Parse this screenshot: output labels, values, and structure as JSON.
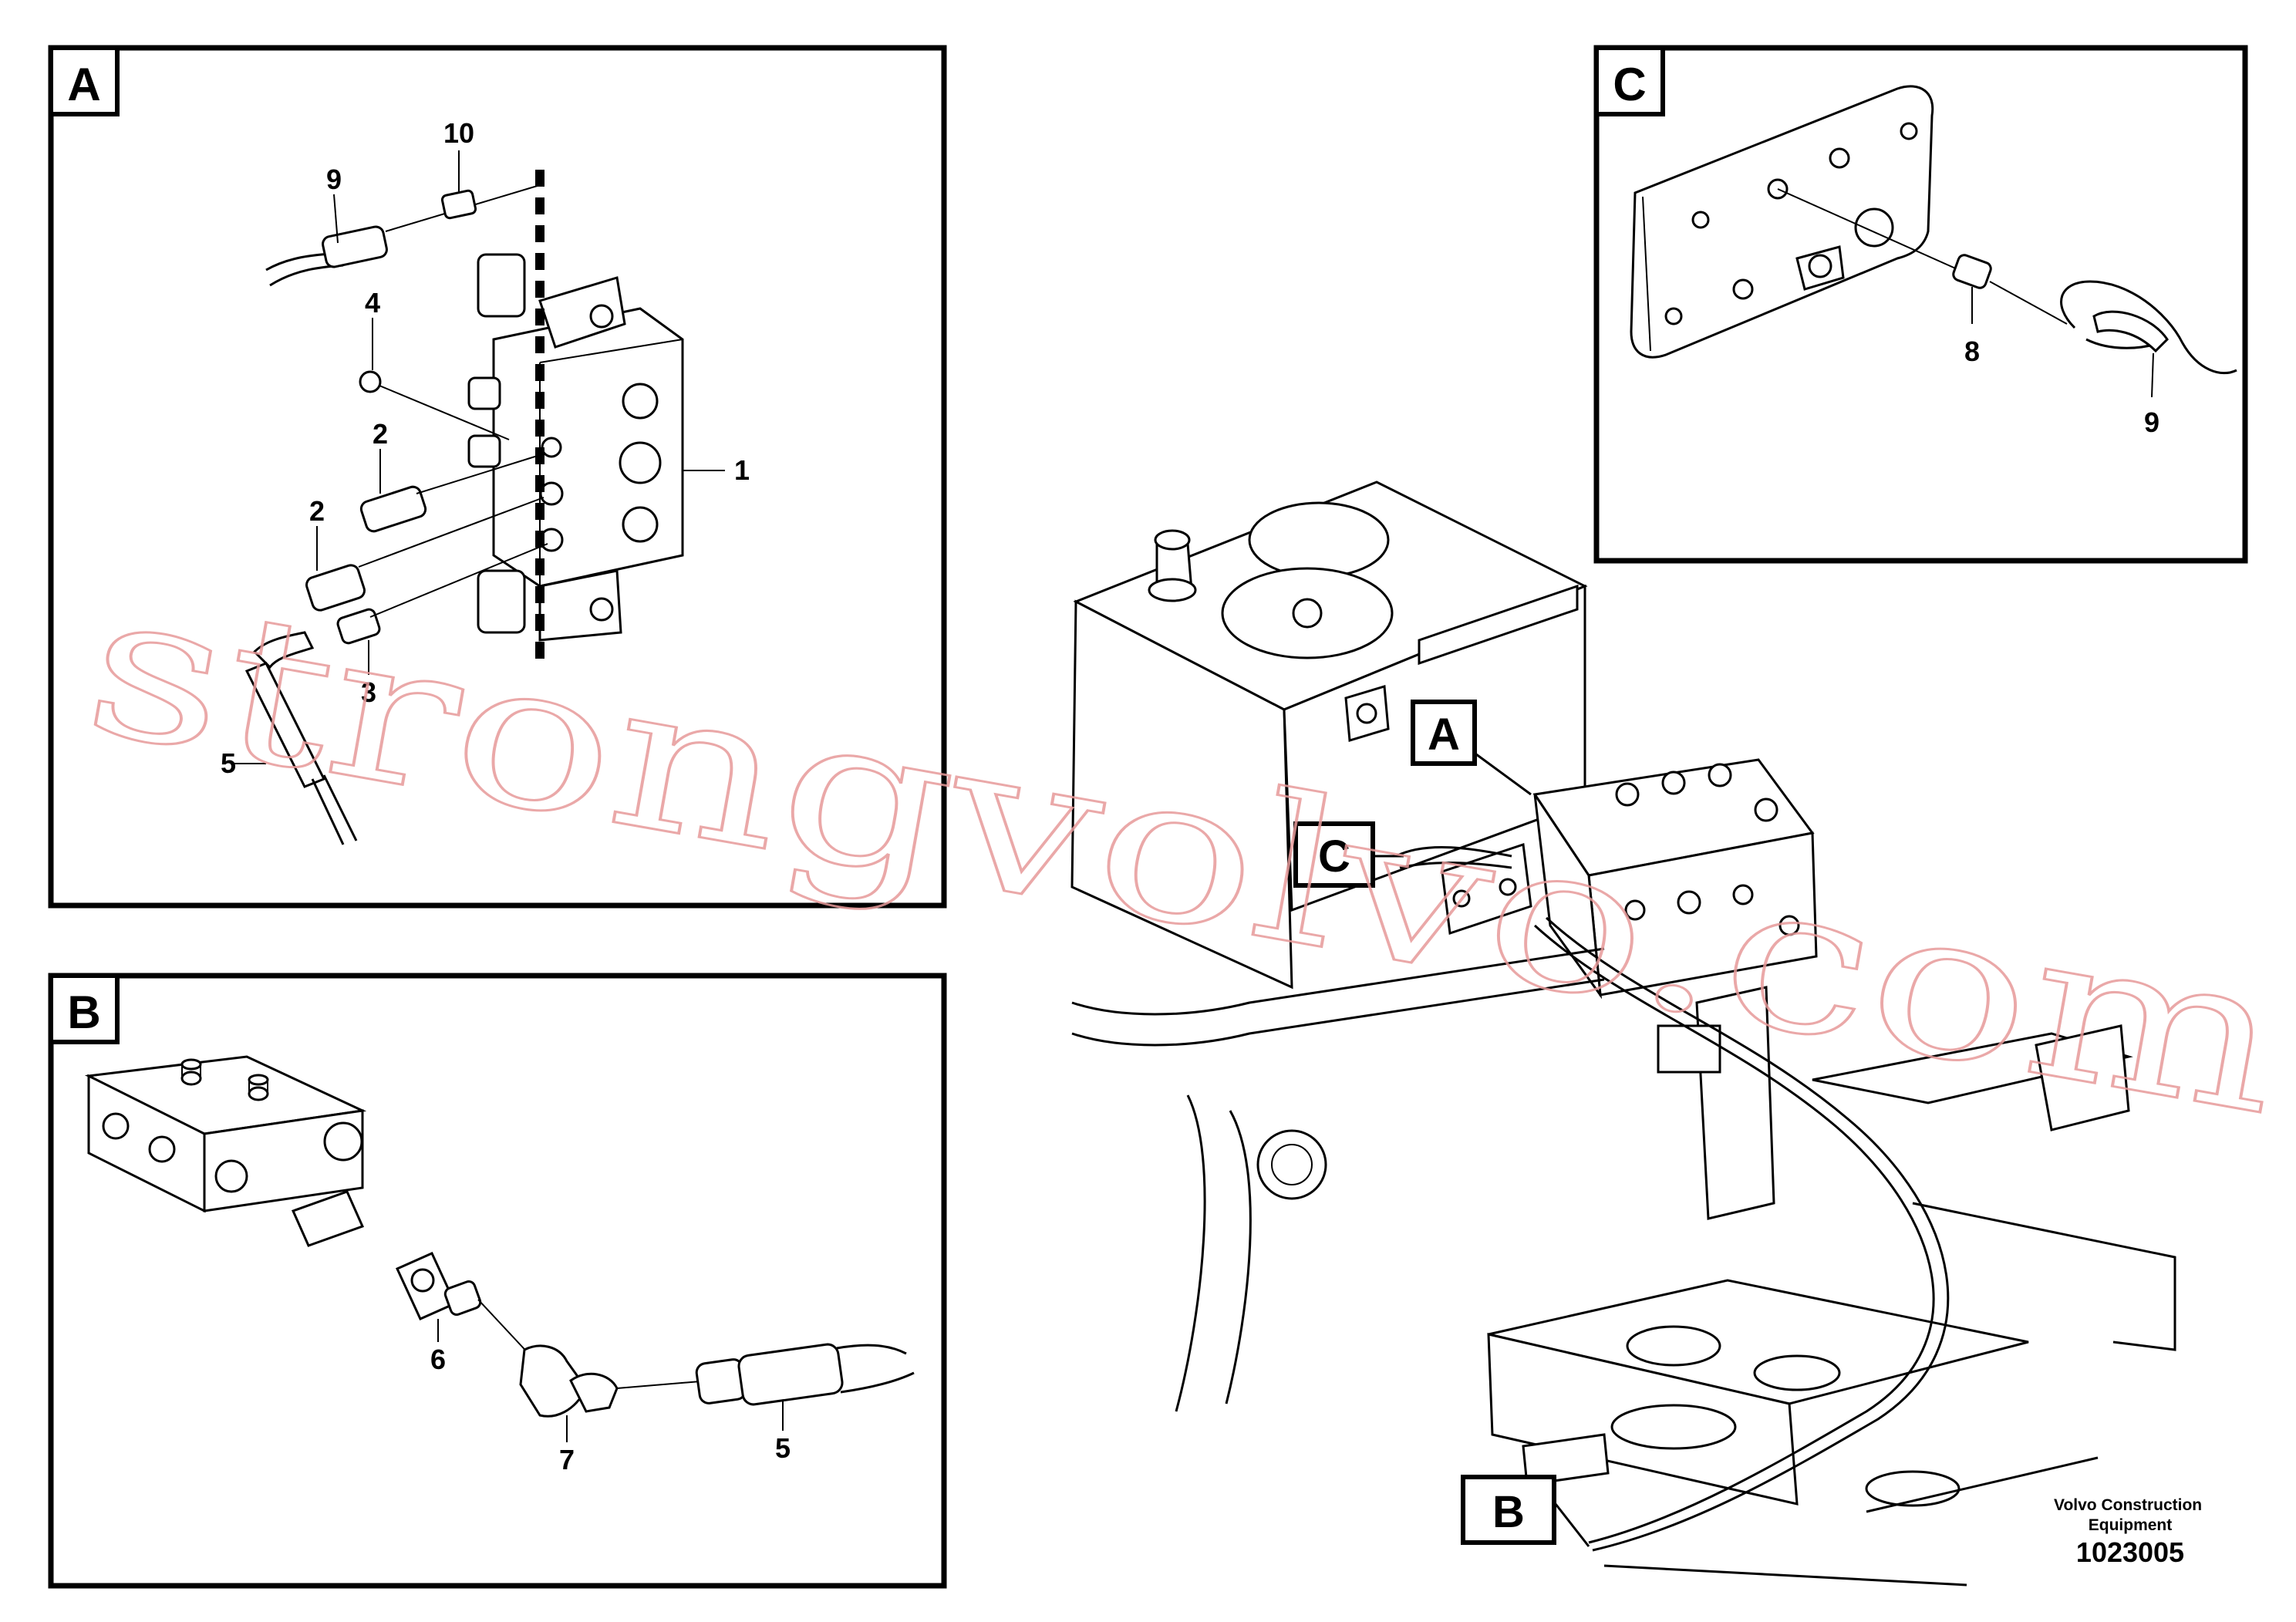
{
  "panels": {
    "A": {
      "tag": "A",
      "callouts": [
        "10",
        "9",
        "4",
        "2",
        "2",
        "1",
        "3",
        "5"
      ]
    },
    "B": {
      "tag": "B",
      "callouts": [
        "6",
        "7",
        "5"
      ]
    },
    "C": {
      "tag": "C",
      "callouts": [
        "8",
        "9"
      ]
    }
  },
  "overview_tags": [
    "A",
    "C",
    "B"
  ],
  "caption": {
    "maker": "Volvo Construction Equipment",
    "drawing_number": "1023005"
  },
  "watermark": "strongvolvo.com"
}
